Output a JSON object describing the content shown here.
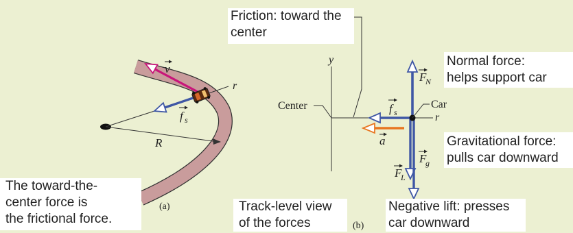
{
  "colors": {
    "background": "#ecf0d2",
    "track": "#c99c9c",
    "velocity": "#c8157a",
    "friction": "#3f57a5",
    "acceleration": "#e87722",
    "normal": "#3f57a5",
    "gravity": "#3f57a5"
  },
  "panel_a": {
    "label": "(a)",
    "v_label": "v",
    "fs_label": "f",
    "fs_sub": "s",
    "r_label": "r",
    "R_label": "R",
    "caption_lines": [
      "The toward-the-",
      "center force is",
      "the frictional force."
    ]
  },
  "panel_b": {
    "label": "(b)",
    "y_label": "y",
    "r_label": "r",
    "center_label": "Center",
    "car_label": "Car",
    "fs_label": "f",
    "fs_sub": "s",
    "a_label": "a",
    "fn_label": "F",
    "fn_sub": "N",
    "fg_label": "F",
    "fg_sub": "g",
    "fl_label": "F",
    "fl_sub": "L",
    "friction_callout_lines": [
      "Friction: toward the",
      "center"
    ],
    "normal_callout_lines": [
      "Normal force:",
      "helps support car"
    ],
    "gravity_callout_lines": [
      "Gravitational force:",
      "pulls car downward"
    ],
    "lift_callout_lines": [
      "Negative lift: presses",
      "car downward"
    ],
    "view_caption_lines": [
      "Track-level view",
      "of the forces"
    ]
  }
}
